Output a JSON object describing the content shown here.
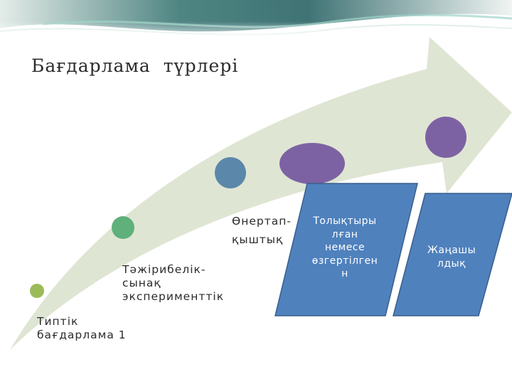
{
  "title": "Бағдарлама  түрлері",
  "steps": [
    {
      "label": "Типтік\nбағдарлама  1",
      "color": "#9bbb59"
    },
    {
      "label": "Тәжірибелік-\nсынақ\nэксперименттік",
      "color": "#5fb07a"
    },
    {
      "label": "",
      "color": "#5b87aa"
    },
    {
      "label": "Өнертап-\nқыштық",
      "color": "#7d62a3"
    },
    {
      "label": "",
      "color": "#7d62a3"
    }
  ],
  "boxes": [
    {
      "label": "Толықтыры\nлған\nнемесе\nөзгертілген\nн"
    },
    {
      "label": "Жаңашы\nлдық"
    }
  ],
  "colors": {
    "arrow_fill": "#dfe5d3",
    "box_fill": "#4f81bd",
    "box_stroke": "#3a5f8c",
    "text": "#2b2b2b"
  }
}
